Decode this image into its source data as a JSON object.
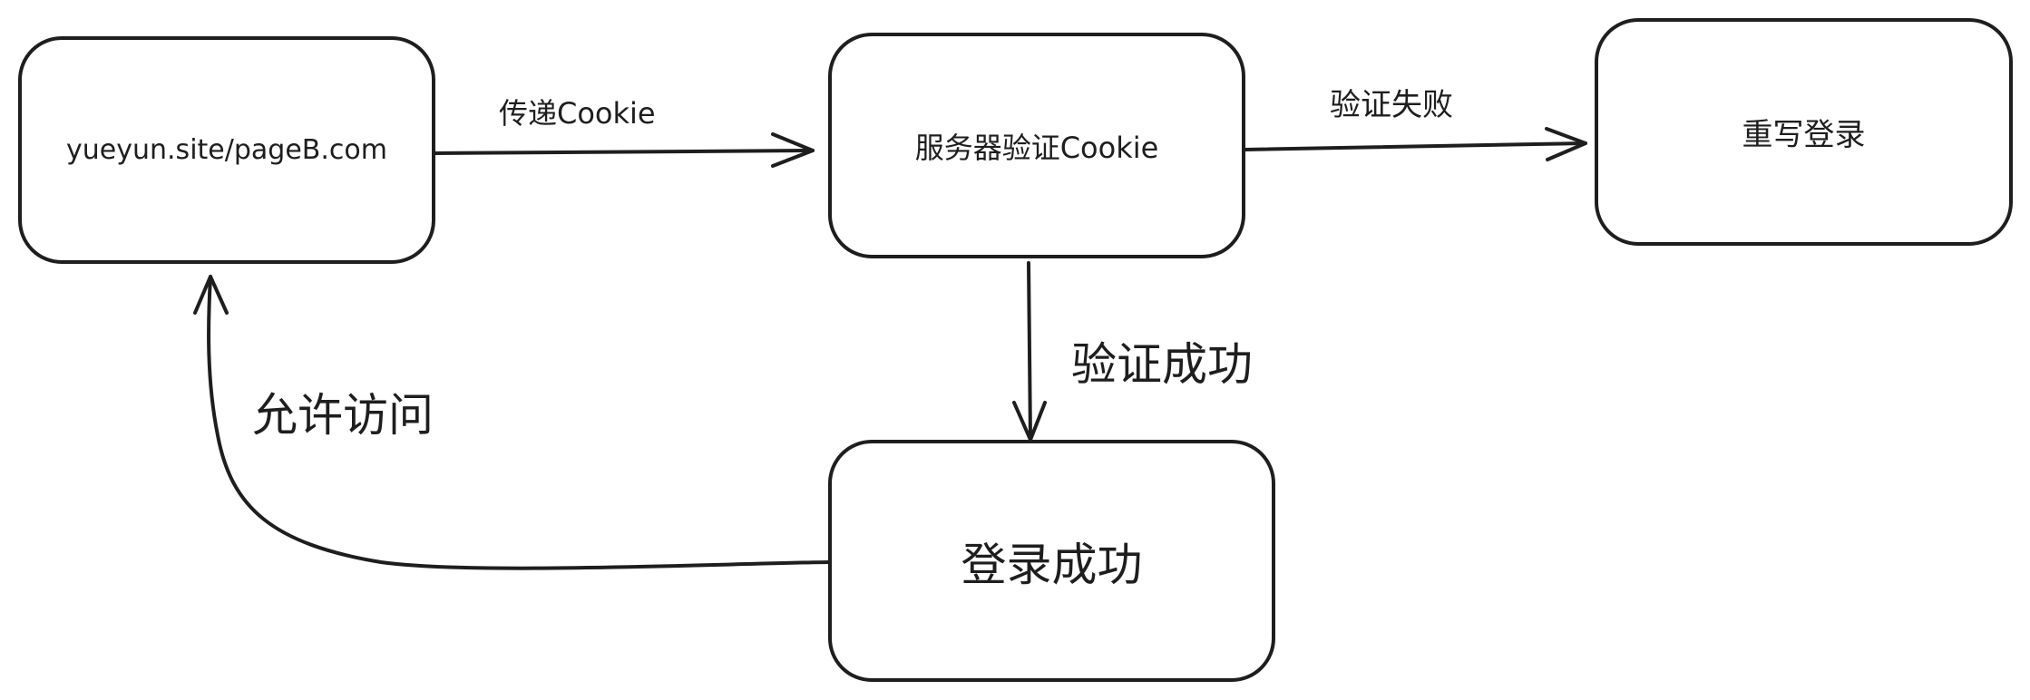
{
  "diagram": {
    "nodes": {
      "source": {
        "label": "yueyun.site/pageB.com"
      },
      "server": {
        "label": "服务器验证Cookie"
      },
      "rewrite": {
        "label": "重写登录"
      },
      "success": {
        "label": "登录成功"
      }
    },
    "edges": {
      "pass_cookie": {
        "label": "传递Cookie",
        "from": "source",
        "to": "server"
      },
      "verify_fail": {
        "label": "验证失败",
        "from": "server",
        "to": "rewrite"
      },
      "verify_ok": {
        "label": "验证成功",
        "from": "server",
        "to": "success"
      },
      "allow_access": {
        "label": "允许访问",
        "from": "success",
        "to": "source"
      }
    },
    "stroke_color": "#1e1e1e",
    "background_color": "#ffffff"
  }
}
